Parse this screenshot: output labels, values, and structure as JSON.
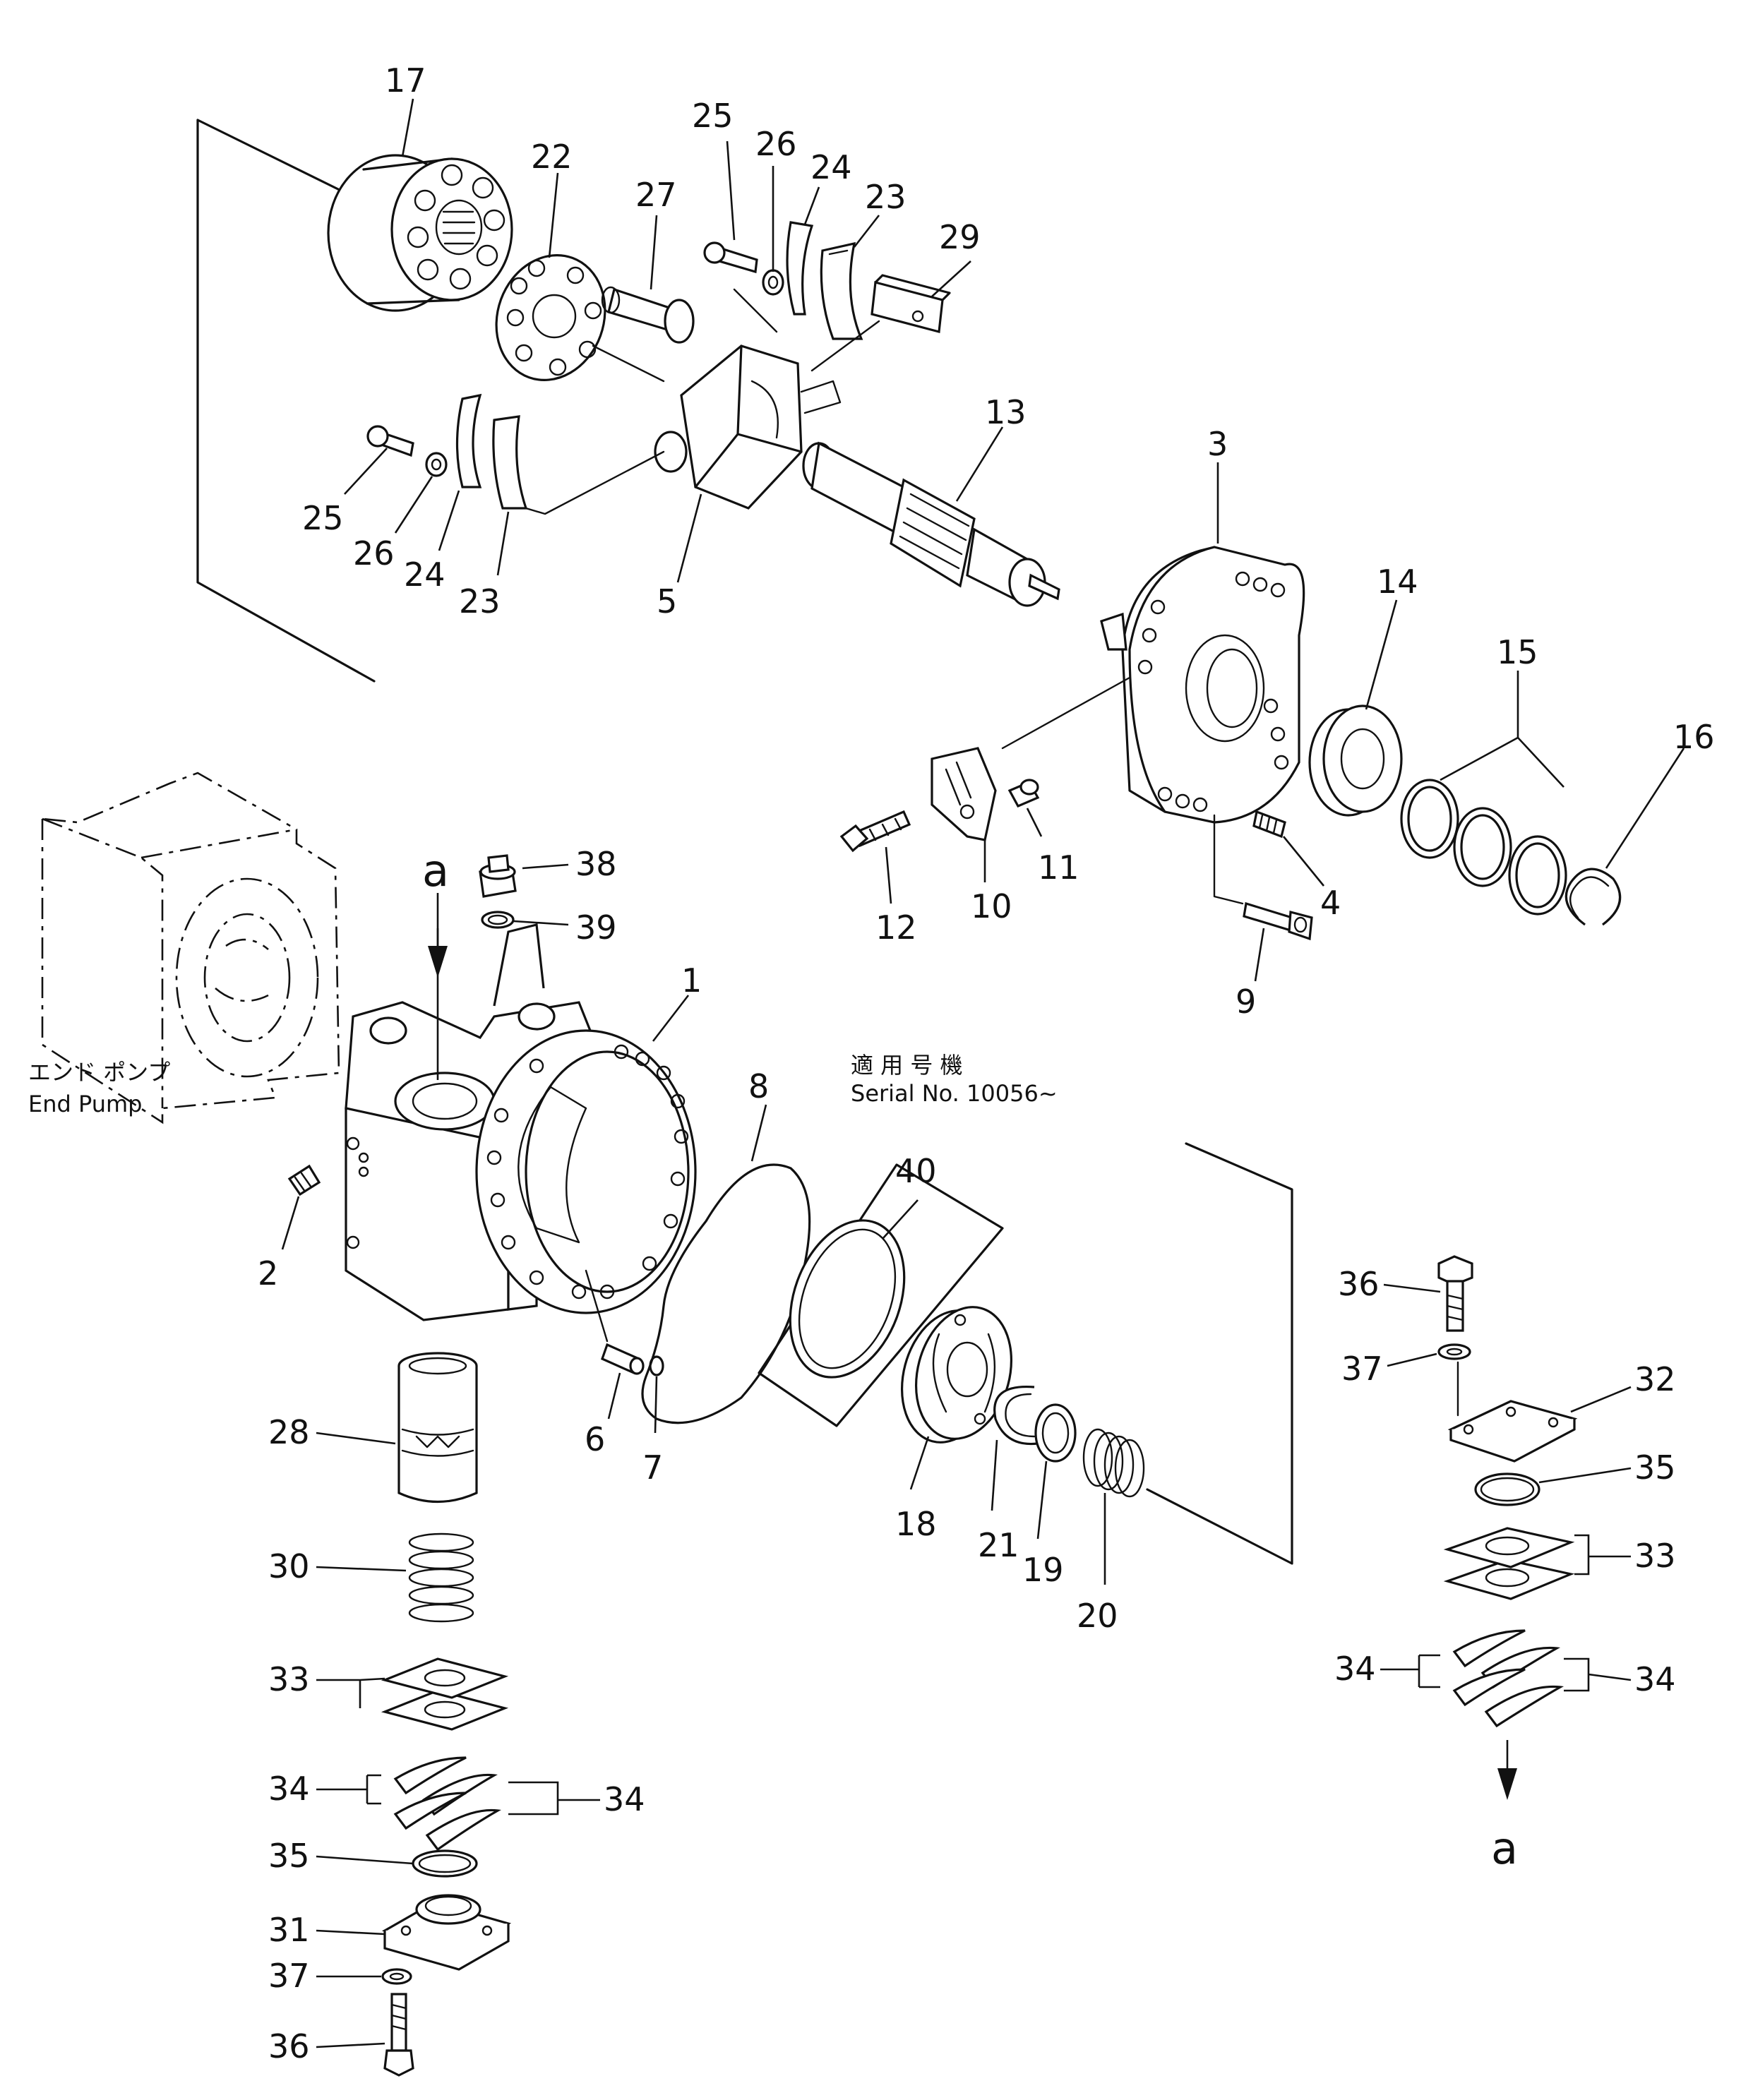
{
  "callouts": {
    "c1": "1",
    "c2": "2",
    "c3": "3",
    "c4": "4",
    "c5": "5",
    "c6": "6",
    "c7": "7",
    "c8": "8",
    "c9": "9",
    "c10": "10",
    "c11": "11",
    "c12": "12",
    "c13": "13",
    "c14": "14",
    "c15": "15",
    "c16": "16",
    "c17": "17",
    "c18": "18",
    "c19": "19",
    "c20": "20",
    "c21": "21",
    "c22": "22",
    "c23": "23",
    "c24": "24",
    "c25": "25",
    "c26": "26",
    "c27": "27",
    "c28": "28",
    "c29": "29",
    "c30": "30",
    "c31": "31",
    "c32": "32",
    "c33": "33",
    "c34": "34",
    "c35": "35",
    "c36": "36",
    "c37": "37",
    "c38": "38",
    "c39": "39",
    "c40": "40"
  },
  "view_marker": "a",
  "end_pump_label_jp": "エンド ポンプ",
  "end_pump_label_en": "End Pump",
  "serial_label_jp": "適 用 号 機",
  "serial_label_en": "Serial No. 10056~"
}
